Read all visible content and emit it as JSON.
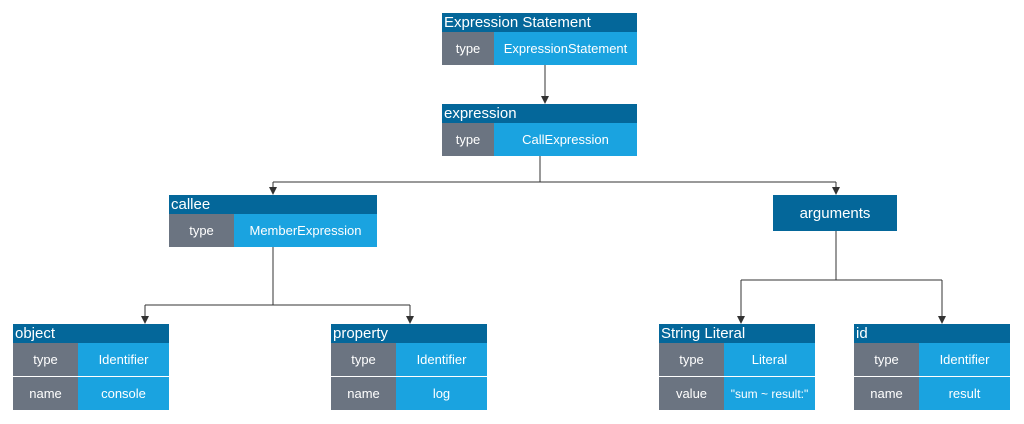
{
  "colors": {
    "title_bg": "#04679a",
    "key_bg": "#6b7481",
    "value_bg": "#1aa3e0",
    "line": "#333333"
  },
  "nodes": {
    "expression_statement": {
      "title": "Expression Statement",
      "rows": [
        {
          "key": "type",
          "value": "ExpressionStatement"
        }
      ]
    },
    "expression": {
      "title": "expression",
      "rows": [
        {
          "key": "type",
          "value": "CallExpression"
        }
      ]
    },
    "callee": {
      "title": "callee",
      "rows": [
        {
          "key": "type",
          "value": "MemberExpression"
        }
      ]
    },
    "arguments": {
      "title": "arguments"
    },
    "object": {
      "title": "object",
      "rows": [
        {
          "key": "type",
          "value": "Identifier"
        },
        {
          "key": "name",
          "value": "console"
        }
      ]
    },
    "property": {
      "title": "property",
      "rows": [
        {
          "key": "type",
          "value": "Identifier"
        },
        {
          "key": "name",
          "value": "log"
        }
      ]
    },
    "string_literal": {
      "title": "String Literal",
      "rows": [
        {
          "key": "type",
          "value": "Literal"
        },
        {
          "key": "value",
          "value": "\"sum ~ result:\""
        }
      ]
    },
    "id": {
      "title": "id",
      "rows": [
        {
          "key": "type",
          "value": "Identifier"
        },
        {
          "key": "name",
          "value": "result"
        }
      ]
    }
  }
}
